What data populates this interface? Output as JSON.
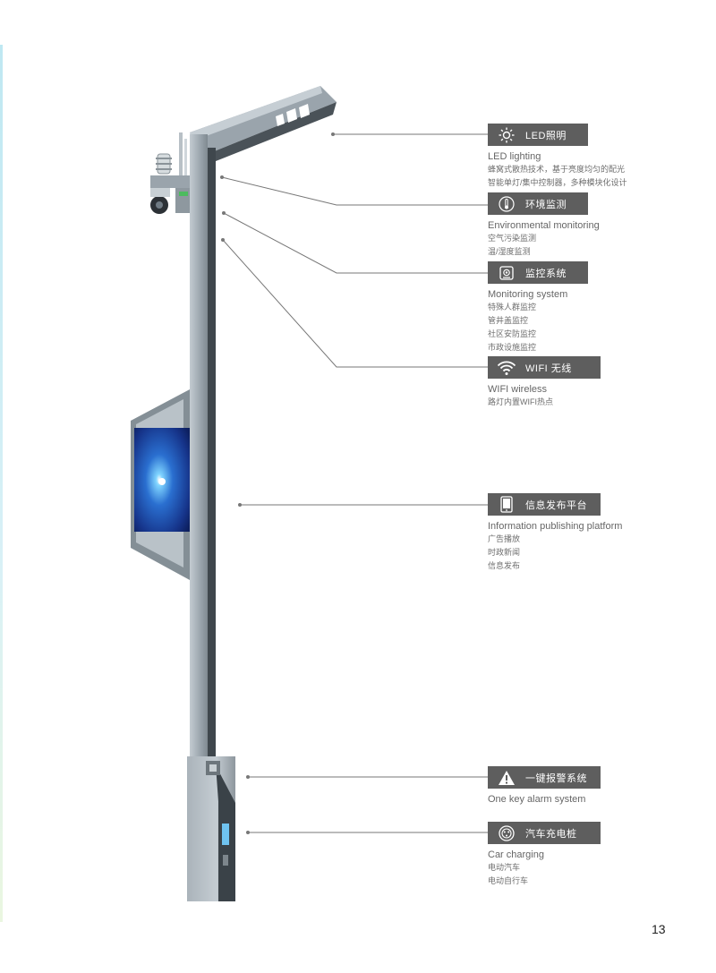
{
  "features": [
    {
      "id": "led",
      "badge_label": "LED照明",
      "en_title": "LED lighting",
      "cn_lines": [
        "蜂窝式散热技术，基于亮度均匀的配光",
        "智能单灯/集中控制器，多种模块化设计"
      ],
      "icon": "sun-icon"
    },
    {
      "id": "env",
      "badge_label": "环境监测",
      "en_title": "Environmental monitoring",
      "cn_lines": [
        "空气污染监测",
        "温/湿度监测"
      ],
      "icon": "thermometer-icon"
    },
    {
      "id": "monitor",
      "badge_label": "监控系统",
      "en_title": "Monitoring system",
      "cn_lines": [
        "特殊人群监控",
        "管井盖监控",
        "社区安防监控",
        "市政设施监控"
      ],
      "icon": "camera-icon"
    },
    {
      "id": "wifi",
      "badge_label": "WIFI 无线",
      "en_title": "WIFI wireless",
      "cn_lines": [
        "路灯内置WIFI热点"
      ],
      "icon": "wifi-icon"
    },
    {
      "id": "info",
      "badge_label": "信息发布平台",
      "en_title": "Information publishing platform",
      "cn_lines": [
        "广告播放",
        "时政新闻",
        "信息发布"
      ],
      "icon": "tablet-icon"
    },
    {
      "id": "alarm",
      "badge_label": "一键报警系统",
      "en_title": "One key alarm system",
      "cn_lines": [],
      "icon": "warning-icon"
    },
    {
      "id": "charging",
      "badge_label": "汽车充电桩",
      "en_title": "Car charging",
      "cn_lines": [
        "电动汽车",
        "电动自行车"
      ],
      "icon": "charger-icon"
    }
  ],
  "colors": {
    "badge_bg": "#5e5e5e",
    "pole_light": "#a9b3bb",
    "pole_dark": "#3f474d",
    "leader_line": "#777777",
    "screen_glow": "#3fb6ff"
  },
  "page_number": "13"
}
